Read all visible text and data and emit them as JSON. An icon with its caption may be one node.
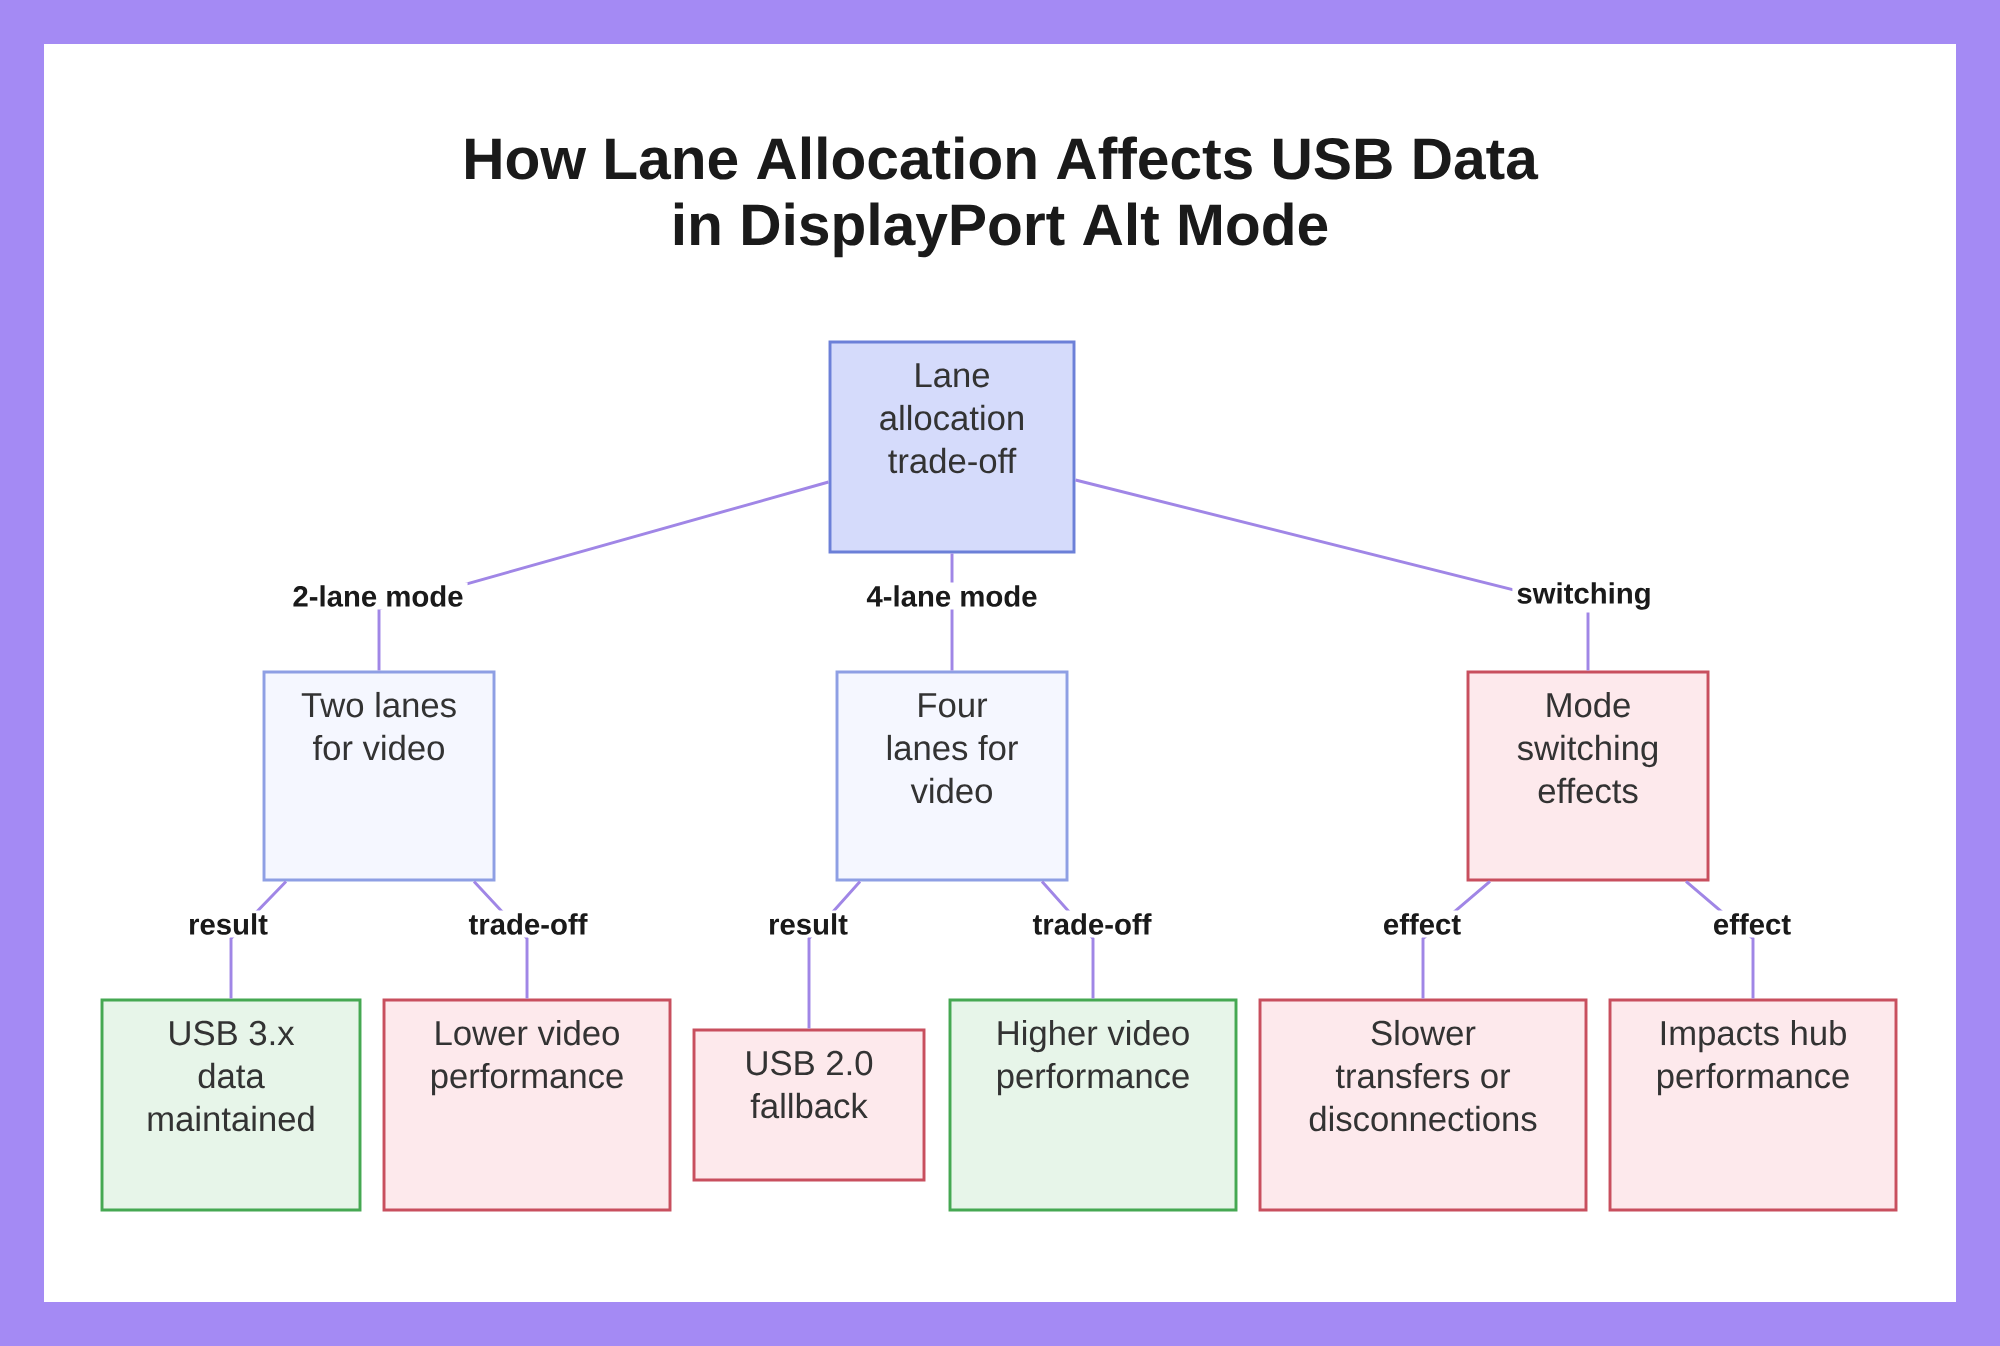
{
  "diagram": {
    "title": "How Lane Allocation Affects USB Data in DisplayPort Alt Mode",
    "nodes": [
      {
        "text": [
          "Lane allocation trade-off"
        ]
      },
      {
        "text": [
          "Two lanes for video"
        ]
      },
      {
        "text": [
          "Four lanes for video"
        ]
      },
      {
        "text": [
          "Mode switching effects"
        ]
      },
      {
        "text": [
          "USB 3.x data maintained"
        ]
      },
      {
        "text": [
          "Lower video performance"
        ]
      },
      {
        "text": [
          "USB 2.0 fallback"
        ]
      },
      {
        "text": [
          "Higher video performance"
        ]
      },
      {
        "text": [
          "Slower transfers or disconnections"
        ]
      },
      {
        "text": [
          "Impacts hub performance"
        ]
      }
    ],
    "edges": [
      {
        "from": 0,
        "to": 1,
        "arrow": "none",
        "label": "2-lane mode"
      },
      {
        "from": 0,
        "to": 2,
        "arrow": "none",
        "label": "4-lane mode"
      },
      {
        "from": 0,
        "to": 3,
        "arrow": "none",
        "label": "switching"
      },
      {
        "from": 1,
        "to": 4,
        "arrow": "none",
        "label": "result"
      },
      {
        "from": 1,
        "to": 5,
        "arrow": "none",
        "label": "trade-off"
      },
      {
        "from": 2,
        "to": 6,
        "arrow": "none",
        "label": "result"
      },
      {
        "from": 2,
        "to": 7,
        "arrow": "none",
        "label": "trade-off"
      },
      {
        "from": 3,
        "to": 8,
        "arrow": "none",
        "label": "effect"
      },
      {
        "from": 3,
        "to": 9,
        "arrow": "none",
        "label": "effect"
      }
    ]
  }
}
